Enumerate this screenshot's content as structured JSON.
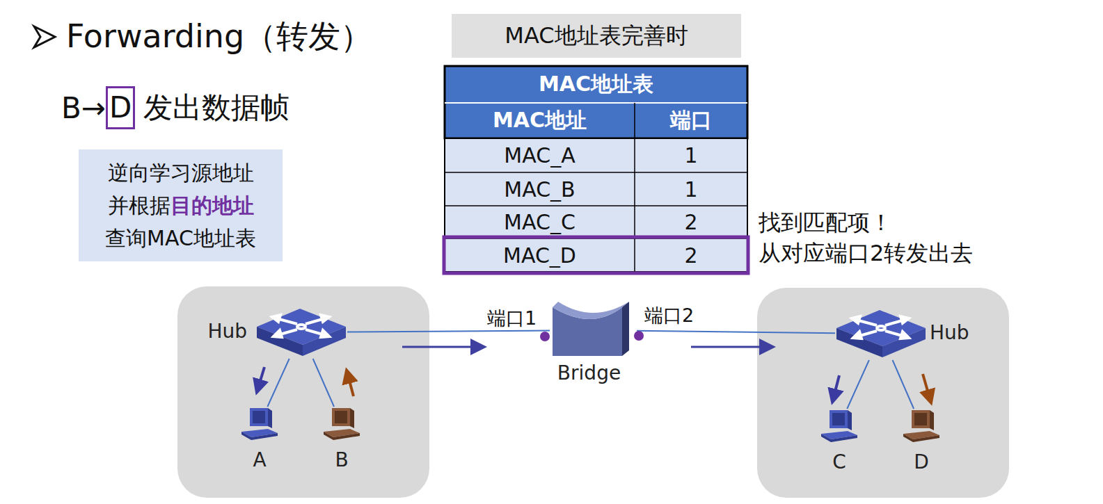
{
  "diagram": {
    "title": "Forwarding（转发）",
    "nodes": [
      {
        "text": [
          "MAC地址表完善时"
        ]
      },
      {
        "text": [
          "逆向学习源地址",
          "并根据",
          "目的地址",
          "查询MAC地址表"
        ]
      },
      {
        "text": [
          "Hub"
        ]
      },
      {
        "text": [
          "A"
        ]
      },
      {
        "text": [
          "B"
        ]
      },
      {
        "text": [
          "Bridge"
        ]
      },
      {
        "text": [
          "Hub"
        ]
      },
      {
        "text": [
          "C"
        ]
      },
      {
        "text": [
          "D"
        ]
      }
    ],
    "edges": [
      {
        "from": 2,
        "to": 3,
        "arrow": "none"
      },
      {
        "from": 2,
        "to": 4,
        "arrow": "none"
      },
      {
        "from": 2,
        "to": 5,
        "arrow": "none"
      },
      {
        "from": 5,
        "to": 6,
        "arrow": "none"
      },
      {
        "from": 6,
        "to": 7,
        "arrow": "none"
      },
      {
        "from": 6,
        "to": 8,
        "arrow": "none"
      }
    ],
    "labels": [
      "B→",
      "D",
      "发出数据帧",
      "MAC地址表",
      "MAC地址",
      "端口",
      "MAC_A",
      "1",
      "MAC_B",
      "1",
      "MAC_C",
      "2",
      "MAC_D",
      "2",
      "找到匹配项！",
      "从对应端口2转发出去",
      "端口1",
      "端口2"
    ]
  }
}
